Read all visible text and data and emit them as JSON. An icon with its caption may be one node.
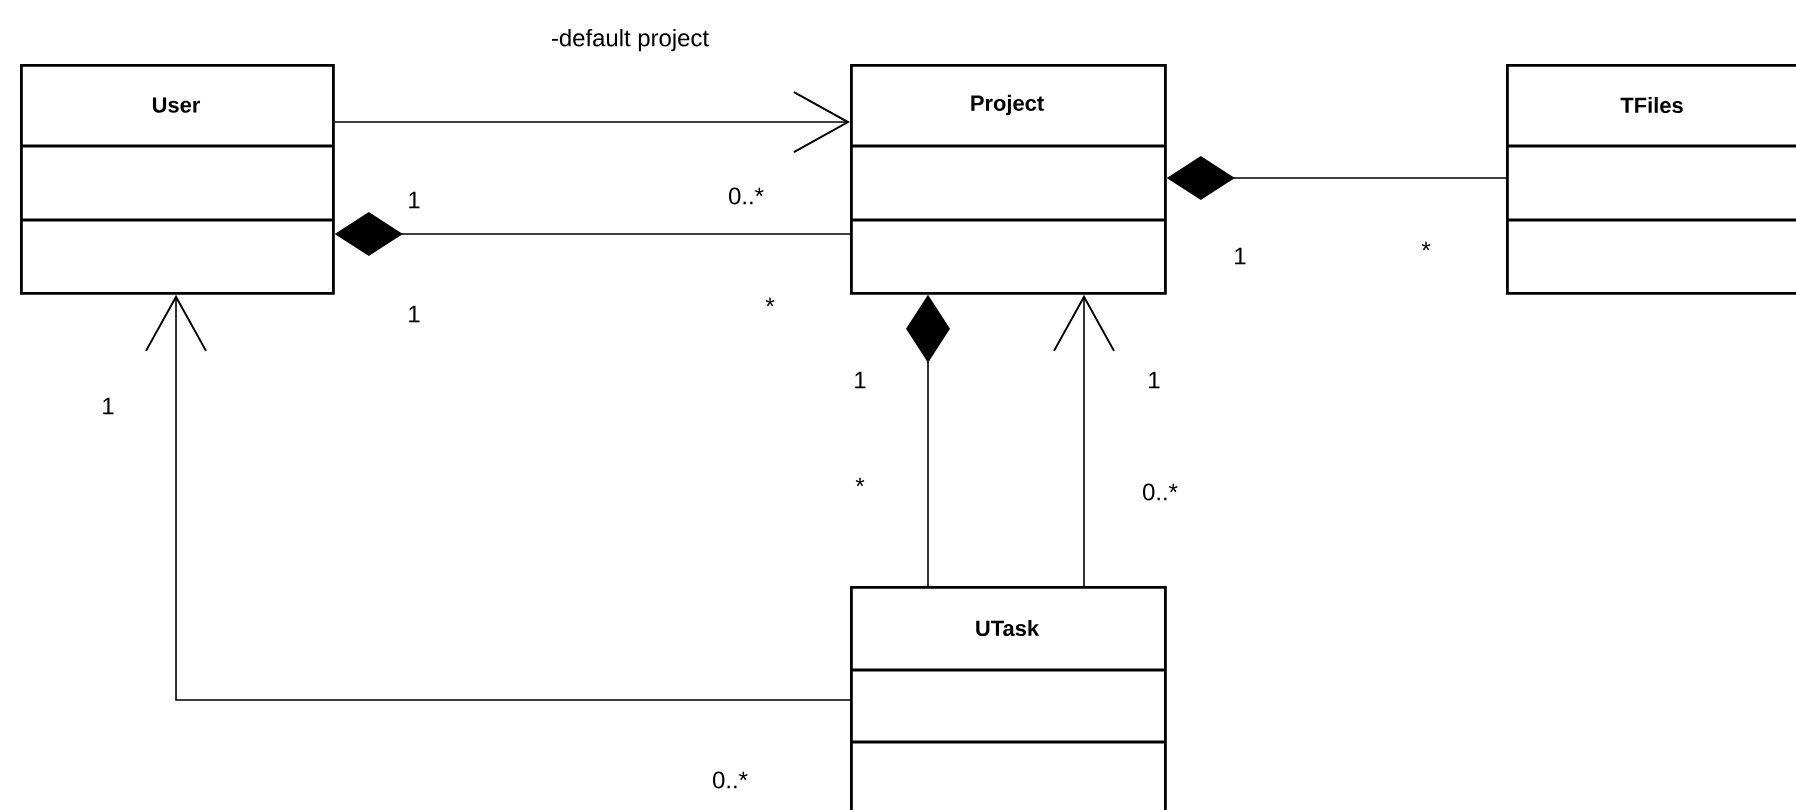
{
  "diagram": {
    "nodes": [
      {
        "text": [
          "User"
        ]
      },
      {
        "text": [
          "Project"
        ]
      },
      {
        "text": [
          "TFiles"
        ]
      },
      {
        "text": [
          "UTask"
        ]
      }
    ],
    "edges": [
      {
        "from": 0,
        "to": 1,
        "arrow": "to",
        "label": "-default project"
      },
      {
        "from": 0,
        "to": 1,
        "arrow": "other"
      },
      {
        "from": 1,
        "to": 2,
        "arrow": "other"
      },
      {
        "from": 1,
        "to": 3,
        "arrow": "other"
      },
      {
        "from": 3,
        "to": 1,
        "arrow": "to"
      },
      {
        "from": 3,
        "to": 0,
        "arrow": "to"
      }
    ],
    "labels": [
      "1",
      "0..*",
      "1",
      "*",
      "1",
      "*",
      "1",
      "1",
      "1",
      "*",
      "0..*",
      "0..*"
    ]
  }
}
